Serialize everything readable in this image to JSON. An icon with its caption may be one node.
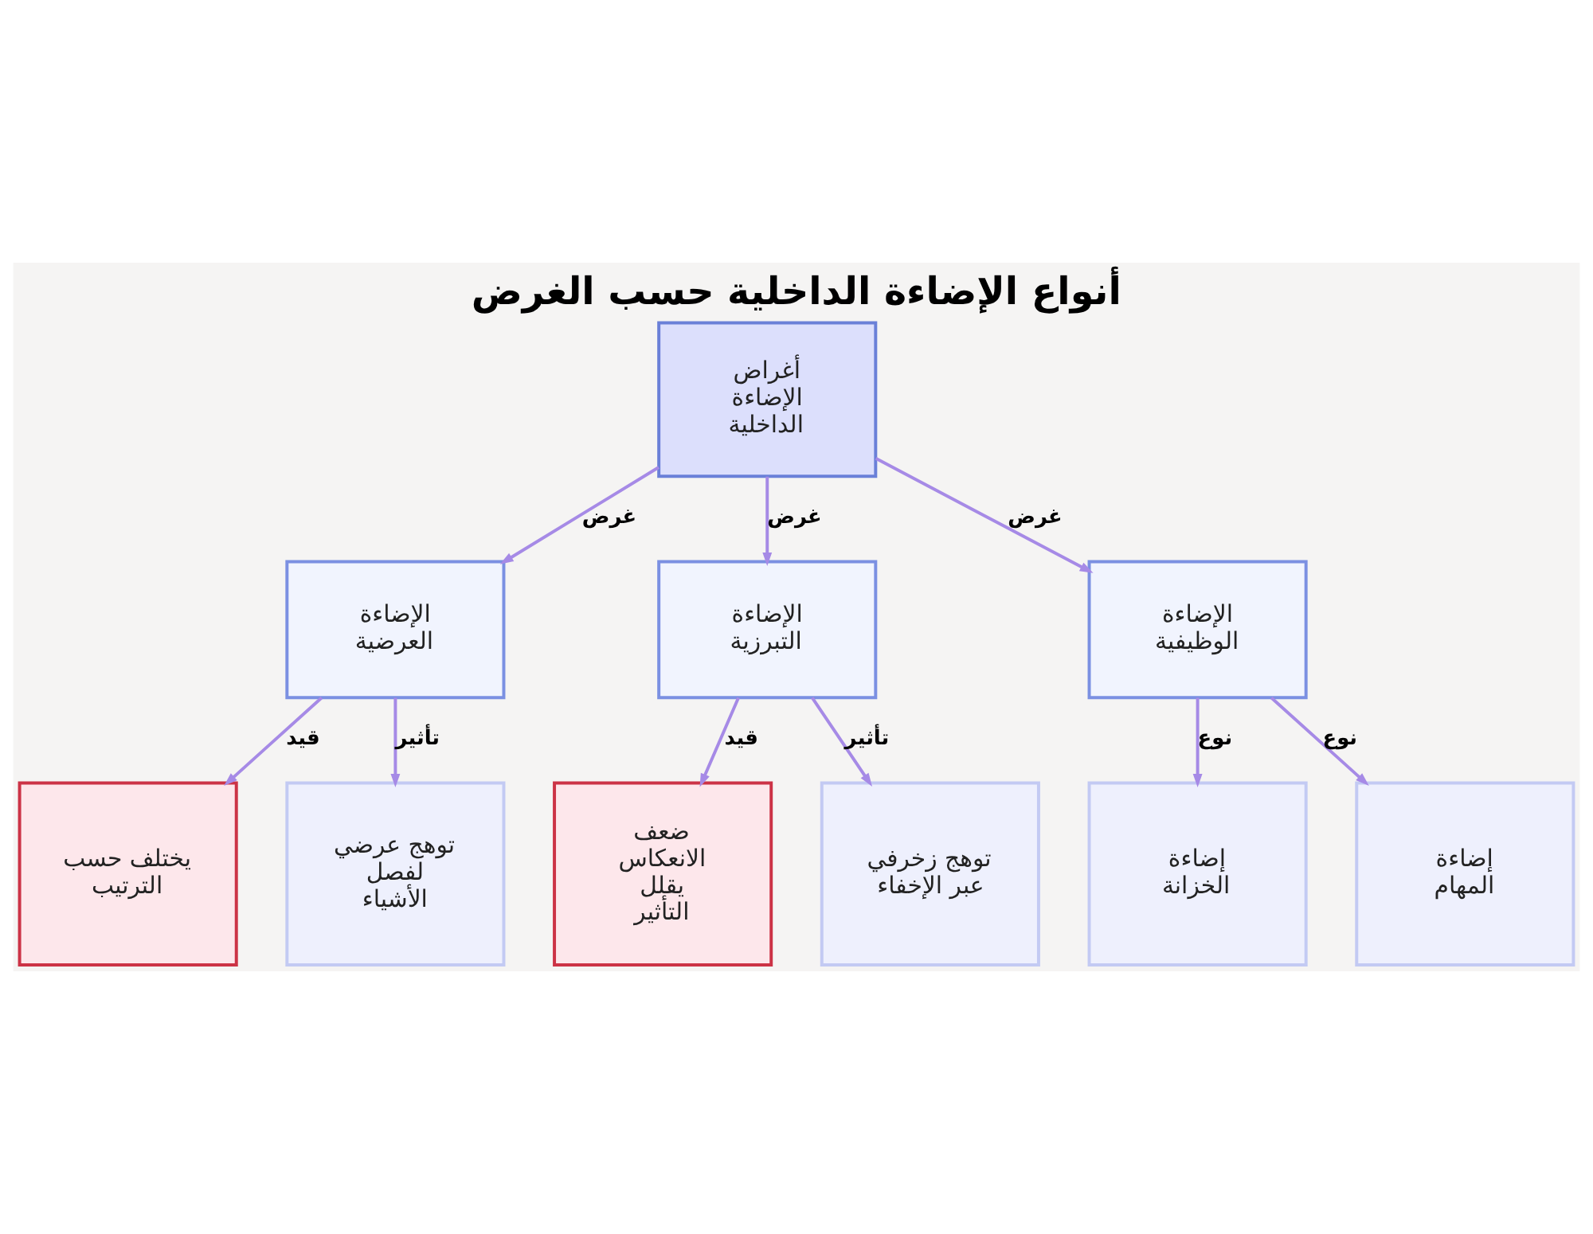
{
  "diagram": {
    "title": "أنواع الإضاءة الداخلية حسب الغرض",
    "nodes": [
      {
        "text": [
          "أغراض الإضاءة الداخلية"
        ]
      },
      {
        "text": [
          "الإضاءة العرضية"
        ]
      },
      {
        "text": [
          "الإضاءة التبرزية"
        ]
      },
      {
        "text": [
          "الإضاءة الوظيفية"
        ]
      },
      {
        "text": [
          "يختلف حسب الترتيب"
        ]
      },
      {
        "text": [
          "توهج عرضي لفصل الأشياء"
        ]
      },
      {
        "text": [
          "ضعف الانعكاس يقلل التأثير"
        ]
      },
      {
        "text": [
          "توهج زخرفي عبر الإخفاء"
        ]
      },
      {
        "text": [
          "إضاءة الخزانة"
        ]
      },
      {
        "text": [
          "إضاءة المهام"
        ]
      }
    ],
    "edges": [
      {
        "from": 0,
        "to": 1,
        "arrow": "to",
        "label": "غرض"
      },
      {
        "from": 0,
        "to": 2,
        "arrow": "to",
        "label": "غرض"
      },
      {
        "from": 0,
        "to": 3,
        "arrow": "to",
        "label": "غرض"
      },
      {
        "from": 1,
        "to": 4,
        "arrow": "to",
        "label": "قيد"
      },
      {
        "from": 1,
        "to": 5,
        "arrow": "to",
        "label": "تأثير"
      },
      {
        "from": 2,
        "to": 6,
        "arrow": "to",
        "label": "قيد"
      },
      {
        "from": 2,
        "to": 7,
        "arrow": "to",
        "label": "تأثير"
      },
      {
        "from": 3,
        "to": 8,
        "arrow": "to",
        "label": "نوع"
      },
      {
        "from": 3,
        "to": 9,
        "arrow": "to",
        "label": "نوع"
      }
    ]
  }
}
